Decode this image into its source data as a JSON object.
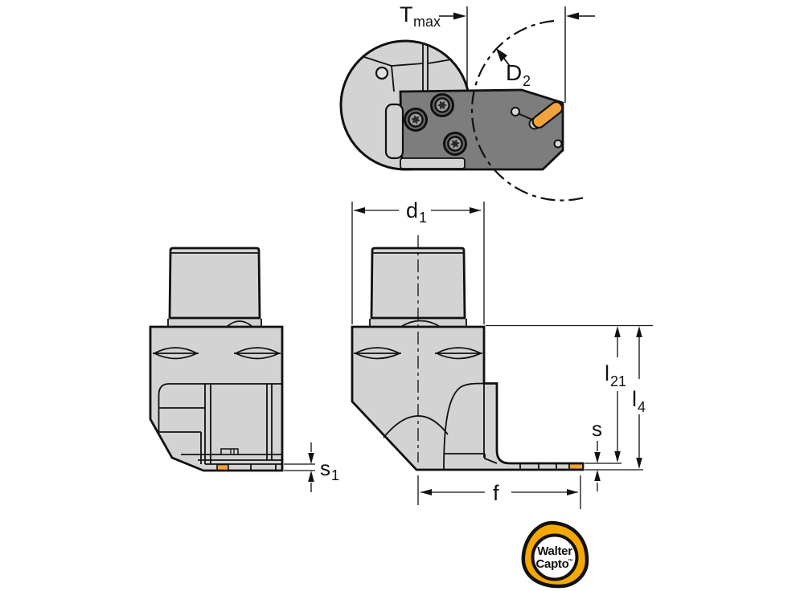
{
  "colors": {
    "background": "#ffffff",
    "body_gray": "#d3d3d3",
    "cartridge_gray": "#7d7d7d",
    "insert_orange": "#f1a33c",
    "logo_orange": "#f6a800",
    "line_black": "#111111"
  },
  "dim_labels": {
    "t_max": {
      "base": "T",
      "sub": "max"
    },
    "d_2": {
      "base": "D",
      "sub": "2"
    },
    "d_1": {
      "base": "d",
      "sub": "1"
    },
    "l_21": {
      "base": "l",
      "sub": "21"
    },
    "l_4": {
      "base": "l",
      "sub": "4"
    },
    "s": {
      "base": "s"
    },
    "s_1": {
      "base": "s",
      "sub": "1"
    },
    "f": {
      "base": "f"
    }
  },
  "logo": {
    "line1": "Walter",
    "line2": "Capto",
    "trademark": "™"
  }
}
